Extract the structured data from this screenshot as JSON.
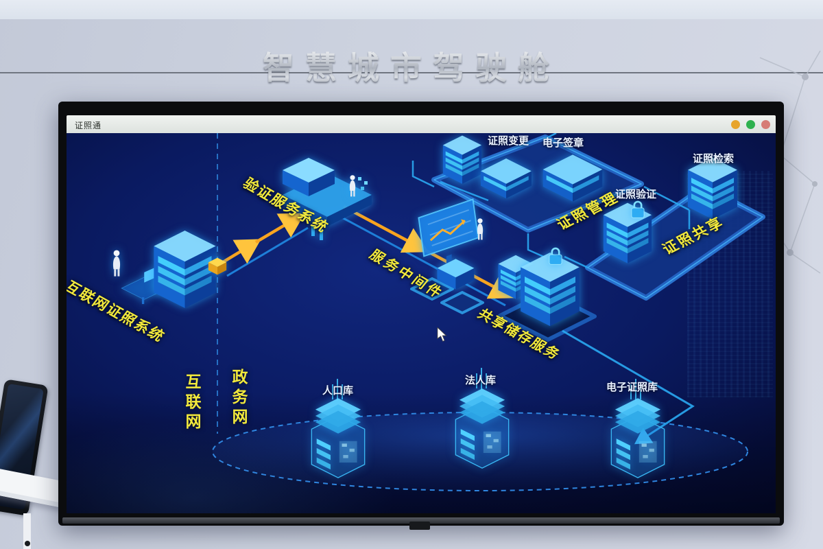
{
  "banner": {
    "title": "智慧城市驾驶舱"
  },
  "window": {
    "app_title": "证照通",
    "controls": [
      "minimize-dot",
      "fullscreen-dot",
      "close-dot"
    ]
  },
  "diagram": {
    "zones": {
      "left": "互联网",
      "right": "政务网"
    },
    "systems": {
      "internet_cert_system": "互联网证照系统",
      "verify_service_system": "验证服务系统",
      "service_middleware": "服务中间件",
      "shared_storage_service": "共享储存服务",
      "cert_management": "证照管理",
      "cert_change": "证照变更",
      "e_signature": "电子签章",
      "cert_verify": "证照验证",
      "cert_search": "证照检索",
      "cert_share": "证照共享"
    },
    "databases": {
      "population_db": "人口库",
      "legal_entity_db": "法人库",
      "e_cert_db": "电子证照库"
    },
    "icons": [
      "server-tower-icon",
      "database-tower-icon",
      "service-machine-icon",
      "billboard-screen-icon",
      "person-icon",
      "padlock-icon",
      "connector-cube-icon",
      "flow-arrow-icon",
      "mouse-cursor-icon"
    ],
    "colors": {
      "label_yellow": "#f2e93c",
      "label_white": "#eaf2ff",
      "flow_orange": "#f7a421",
      "line_cyan": "#2aa9f2",
      "screen_navy": "#0a1a60"
    }
  }
}
